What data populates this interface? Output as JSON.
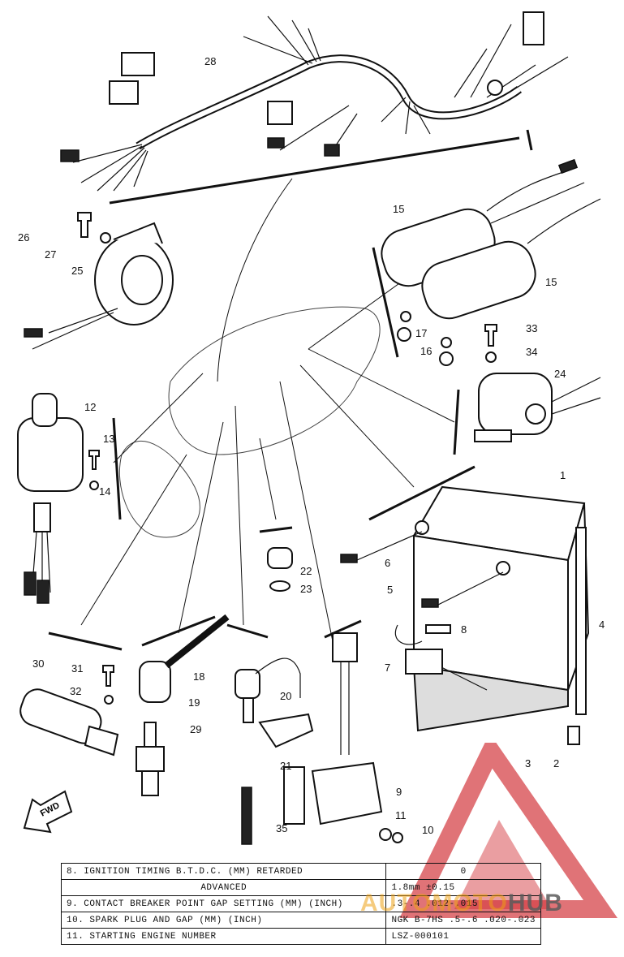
{
  "callouts": {
    "c1": "1",
    "c2": "2",
    "c3": "3",
    "c4": "4",
    "c5": "5",
    "c6": "6",
    "c7": "7",
    "c8": "8",
    "c9": "9",
    "c10": "10",
    "c11": "11",
    "c12": "12",
    "c13": "13",
    "c14": "14",
    "c15a": "15",
    "c15b": "15",
    "c16": "16",
    "c17": "17",
    "c18": "18",
    "c19": "19",
    "c20": "20",
    "c21": "21",
    "c22": "22",
    "c23": "23",
    "c24": "24",
    "c25": "25",
    "c26": "26",
    "c27": "27",
    "c28": "28",
    "c29": "29",
    "c30": "30",
    "c31": "31",
    "c32": "32",
    "c33": "33",
    "c34": "34",
    "c35": "35"
  },
  "fwd_label": "FWD",
  "spec_table": [
    {
      "label": "8.  IGNITION TIMING B.T.D.C. (MM) RETARDED",
      "value": "0"
    },
    {
      "label": "ADVANCED",
      "value": "1.8mm ±0.15"
    },
    {
      "label": "9.  CONTACT BREAKER POINT GAP SETTING (MM) (INCH)",
      "value": ".3-.4 .012-.015"
    },
    {
      "label": "10.  SPARK PLUG AND GAP (MM) (INCH)",
      "value": "NGK B-7HS .5-.6 .020-.023"
    },
    {
      "label": "11.  STARTING ENGINE NUMBER",
      "value": "LSZ-000101"
    }
  ],
  "watermark": {
    "part1": "AUTO",
    "part2": "MOTO",
    "part3": "HUB",
    "accent_color": "#e8a020",
    "logo_color": "#d0282e"
  }
}
